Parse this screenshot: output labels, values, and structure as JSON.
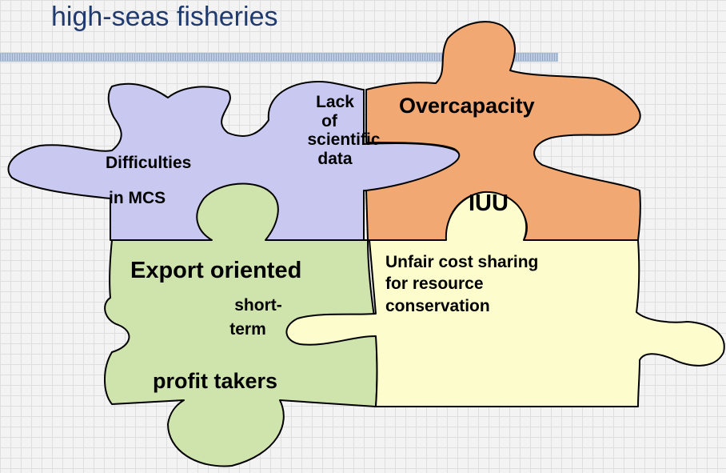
{
  "slide": {
    "title": "high-seas fisheries"
  },
  "pieces": {
    "mcs": {
      "label_line1": "Difficulties",
      "label_line2": "in MCS",
      "color": "#c8c8f0"
    },
    "scientific": {
      "line1": "Lack",
      "line2": "of",
      "line3": "scientific",
      "line4": "data",
      "color": "#c8c8f0"
    },
    "overcapacity": {
      "label": "Overcapacity",
      "color": "#f2a872"
    },
    "iuu": {
      "label": "IUU",
      "color": "#fdfccc"
    },
    "cost": {
      "line1": "Unfair cost sharing",
      "line2": "for resource",
      "line3": "conservation",
      "color": "#fdfccc"
    },
    "export": {
      "line1": "Export oriented",
      "line2": "short-",
      "line3": "term",
      "line4": "profit takers",
      "color": "#cfe3ad"
    }
  }
}
